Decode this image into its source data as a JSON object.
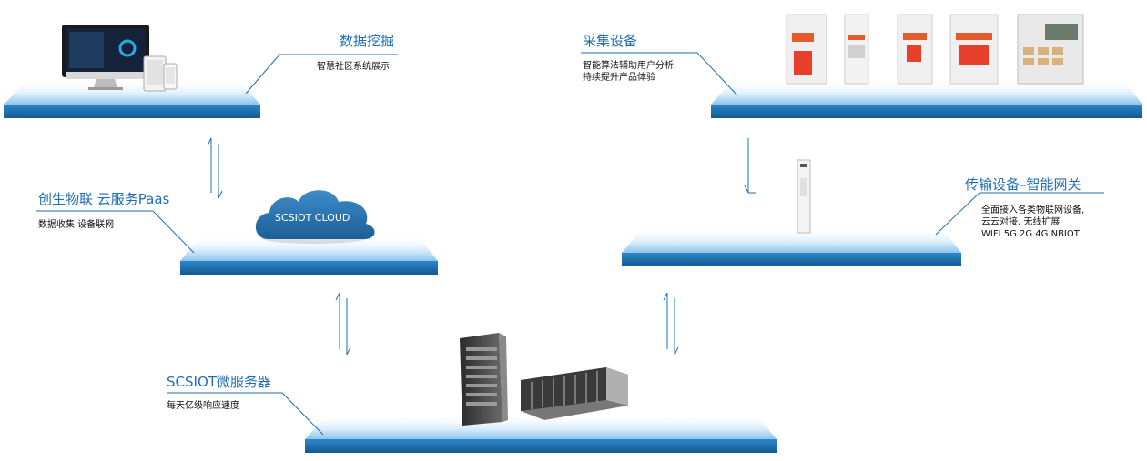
{
  "data_mining": {
    "title": "数据挖掘",
    "subtitle": "智慧社区系统展示"
  },
  "acquisition": {
    "title": "采集设备",
    "subtitle": "智能算法辅助用户分析,\n持续提升产品体验"
  },
  "cloud_paas": {
    "title": "创生物联 云服务Paas",
    "subtitle": "数据收集 设备联网",
    "cloud_label": "SCSIOT CLOUD"
  },
  "gateway": {
    "title": "传输设备–智能网关",
    "subtitle": "全面接入各类物联网设备,\n云云对接, 无线扩展\nWIFI 5G 2G 4G NBIOT"
  },
  "micro_server": {
    "title": "SCSIOT微服务器",
    "subtitle": "每天亿级响应速度"
  },
  "colors": {
    "accent": "#1f6eb5",
    "platform_light": "#dcefff",
    "platform_dark": "#1b6eaf"
  }
}
